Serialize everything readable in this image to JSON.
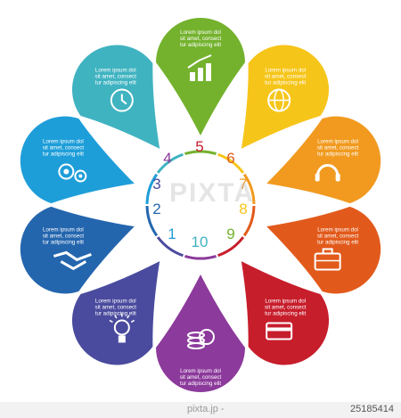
{
  "watermark": "PIXTA",
  "footer": {
    "credit": "pixta.jp - 25185414",
    "id": "25185414"
  },
  "petal_text": [
    "Lorem ipsum dol",
    "sit amet, consect",
    "tur adipiscing elit"
  ],
  "petals": [
    {
      "number": "1",
      "icon": "gears-icon",
      "color": "#1E9ED9"
    },
    {
      "number": "2",
      "icon": "handshake-icon",
      "color": "#2466AE"
    },
    {
      "number": "3",
      "icon": "lightbulb-icon",
      "color": "#4A4B9E"
    },
    {
      "number": "4",
      "icon": "coins-icon",
      "color": "#8C3A9B"
    },
    {
      "number": "5",
      "icon": "credit-card-icon",
      "color": "#C71E2C"
    },
    {
      "number": "6",
      "icon": "briefcase-icon",
      "color": "#E25A1B"
    },
    {
      "number": "7",
      "icon": "headset-icon",
      "color": "#F19A1F"
    },
    {
      "number": "8",
      "icon": "globe-icon",
      "color": "#F6C51A"
    },
    {
      "number": "9",
      "icon": "growth-chart-icon",
      "color": "#74B22E"
    },
    {
      "number": "10",
      "icon": "clock-icon",
      "color": "#40B3C1"
    }
  ]
}
